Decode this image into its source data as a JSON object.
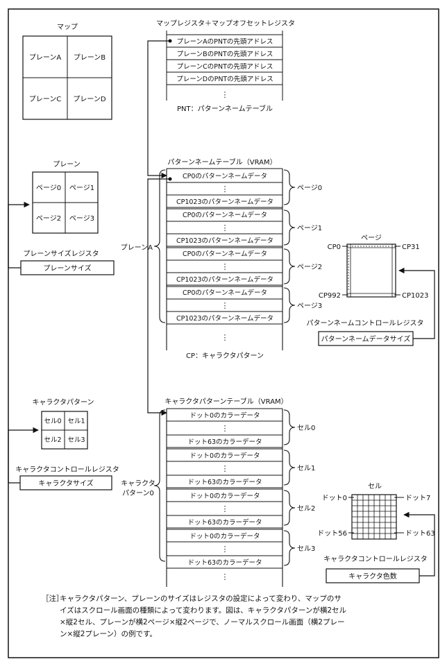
{
  "map": {
    "title": "マップ",
    "cells": [
      "プレーンA",
      "プレーンB",
      "プレーンC",
      "プレーンD"
    ]
  },
  "map_register": {
    "title": "マップレジスタ＋マップオフセットレジスタ",
    "rows": [
      "プレーンAのPNTの先頭アドレス",
      "プレーンBのPNTの先頭アドレス",
      "プレーンCのPNTの先頭アドレス",
      "プレーンDのPNTの先頭アドレス"
    ],
    "ellipsis": "⋮",
    "caption": "PNT：パターンネームテーブル"
  },
  "plane": {
    "title": "プレーン",
    "cells": [
      "ページ0",
      "ページ1",
      "ページ2",
      "ページ3"
    ],
    "register_title": "プレーンサイズレジスタ",
    "register_label": "プレーンサイズ"
  },
  "pnt": {
    "title": "パターンネームテーブル（VRAM）",
    "group_label": "プレーンA",
    "pages": [
      {
        "first": "CP0のパターンネームデータ",
        "last": "CP1023のパターンネームデータ",
        "label": "ページ0"
      },
      {
        "first": "CP0のパターンネームデータ",
        "last": "CP1023のパターンネームデータ",
        "label": "ページ1"
      },
      {
        "first": "CP0のパターンネームデータ",
        "last": "CP1023のパターンネームデータ",
        "label": "ページ2"
      },
      {
        "first": "CP0のパターンネームデータ",
        "last": "CP1023のパターンネームデータ",
        "label": "ページ3"
      }
    ],
    "ellipsis": "⋮",
    "caption": "CP：キャラクタパターン"
  },
  "page_detail": {
    "title": "ページ",
    "corners": [
      "CP0",
      "CP31",
      "CP992",
      "CP1023"
    ],
    "register_title": "パターンネームコントロールレジスタ",
    "register_label": "パターンネームデータサイズ"
  },
  "char_pattern": {
    "title": "キャラクタパターン",
    "cells": [
      "セル0",
      "セル1",
      "セル2",
      "セル3"
    ],
    "register_title": "キャラクタコントロールレジスタ",
    "register_label": "キャラクタサイズ"
  },
  "cpt": {
    "title": "キャラクタパターンテーブル（VRAM）",
    "group_label": [
      "キャラクタ",
      "パターン0"
    ],
    "cells": [
      {
        "first": "ドット0のカラーデータ",
        "last": "ドット63のカラーデータ",
        "label": "セル0"
      },
      {
        "first": "ドット0のカラーデータ",
        "last": "ドット63のカラーデータ",
        "label": "セル1"
      },
      {
        "first": "ドット0のカラーデータ",
        "last": "ドット63のカラーデータ",
        "label": "セル2"
      },
      {
        "first": "ドット0のカラーデータ",
        "last": "ドット63のカラーデータ",
        "label": "セル3"
      }
    ],
    "ellipsis": "⋮"
  },
  "cell_detail": {
    "title": "セル",
    "corners": [
      "ドット0",
      "ドット7",
      "ドット56",
      "ドット63"
    ],
    "register_title": "キャラクタコントロールレジスタ",
    "register_label": "キャラクタ色数"
  },
  "note": {
    "prefix": "［注］",
    "lines": [
      "キャラクタパターン、プレーンのサイズはレジスタの設定によって変わり、マップのサ",
      "イズはスクロール画面の種類によって変わります。図は、キャラクタパターンが横2セル",
      "×縦2セル、プレーンが横2ページ×縦2ページで、ノーマルスクロール画面（横2プレー",
      "ン×縦2プレーン）の例です。"
    ]
  }
}
